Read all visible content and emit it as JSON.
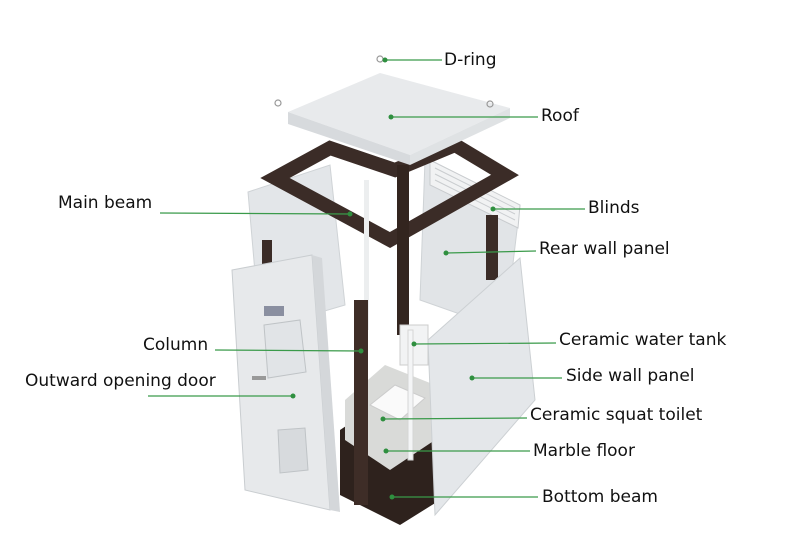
{
  "title": "Exploded view of portable toilet cabin",
  "colors": {
    "leader": "#3a9a4a",
    "frame": "#3b2c27",
    "panel": "#e6e8ea"
  },
  "labels": {
    "d_ring": "D-ring",
    "roof": "Roof",
    "main_beam": "Main beam",
    "blinds": "Blinds",
    "rear_wall_panel": "Rear wall panel",
    "column": "Column",
    "ceramic_water_tank": "Ceramic water tank",
    "outward_opening_door": "Outward opening door",
    "side_wall_panel": "Side wall panel",
    "ceramic_squat_toilet": "Ceramic squat toilet",
    "marble_floor": "Marble floor",
    "bottom_beam": "Bottom beam"
  }
}
